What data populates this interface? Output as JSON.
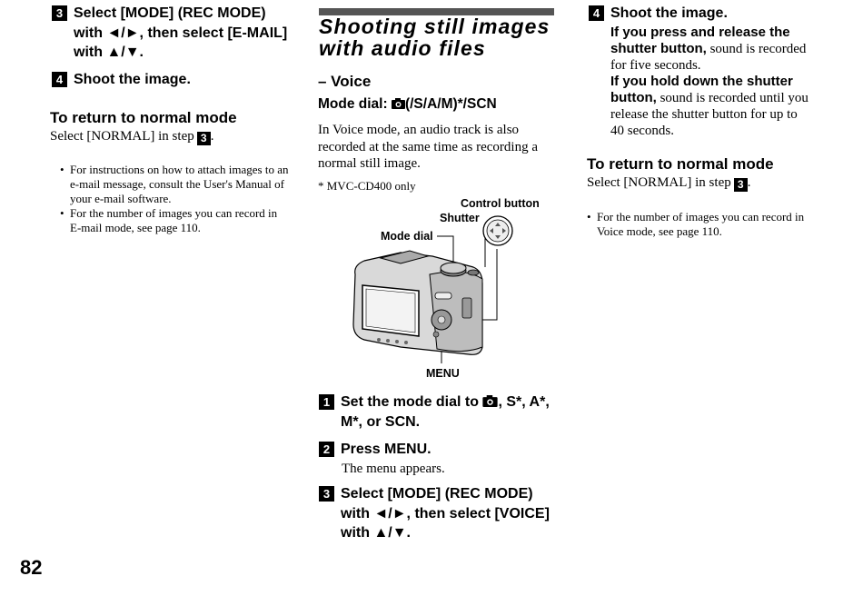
{
  "page_number": "82",
  "left": {
    "step3": {
      "num": "3",
      "line1": "Select [MODE] (REC MODE)",
      "line2": "with ◄/►, then select [E-MAIL]",
      "line3": "with ▲/▼."
    },
    "step4": {
      "num": "4",
      "line1": "Shoot the image."
    },
    "return_heading": "To return to normal mode",
    "return_text": "Select [NORMAL] in step",
    "return_step": "3",
    "return_end": ".",
    "notes": [
      {
        "l1": "For instructions on how to attach images to an",
        "l2": "e-mail message, consult the User's Manual of",
        "l3": "your e-mail software."
      },
      {
        "l1": "For the number of images you can record in",
        "l2": "E-mail mode, see page 110."
      }
    ]
  },
  "middle": {
    "title_l1": "Shooting still images",
    "title_l2": "with audio files",
    "subtitle": "– Voice",
    "mode_dial_prefix": "Mode dial:",
    "mode_dial_suffix": "(/S/A/M)*/SCN",
    "intro_l1": "In Voice mode, an audio track is also",
    "intro_l2": "recorded at the same time as recording a",
    "intro_l3": "normal still image.",
    "footnote": "* MVC-CD400 only",
    "figure": {
      "control_button": "Control button",
      "shutter": "Shutter",
      "mode_dial": "Mode dial",
      "menu": "MENU"
    },
    "step1": {
      "num": "1",
      "l1a": "Set the mode dial to",
      "l1b": ", S*, A*,",
      "l2": "M*, or SCN."
    },
    "step2": {
      "num": "2",
      "l1": "Press MENU.",
      "sub": "The menu appears."
    },
    "step3": {
      "num": "3",
      "l1": "Select [MODE] (REC MODE)",
      "l2": "with ◄/►, then select [VOICE]",
      "l3": "with ▲/▼."
    }
  },
  "right": {
    "step4": {
      "num": "4",
      "l1": "Shoot the image."
    },
    "press_bold_l1": "If you press and release the",
    "press_bold_l2": "shutter button,",
    "press_rest_l2": " sound is recorded",
    "press_rest_l3": "for five seconds.",
    "hold_bold_l1": "If you hold down the shutter",
    "hold_bold_l2": "button,",
    "hold_rest_l2": " sound is recorded until you",
    "hold_rest_l3": "release the shutter button for up to",
    "hold_rest_l4": "40 seconds.",
    "return_heading": "To return to normal mode",
    "return_text": "Select [NORMAL] in step",
    "return_step": "3",
    "return_end": ".",
    "notes": [
      {
        "l1": "For the number of images you can record in",
        "l2": "Voice mode, see page 110."
      }
    ]
  }
}
